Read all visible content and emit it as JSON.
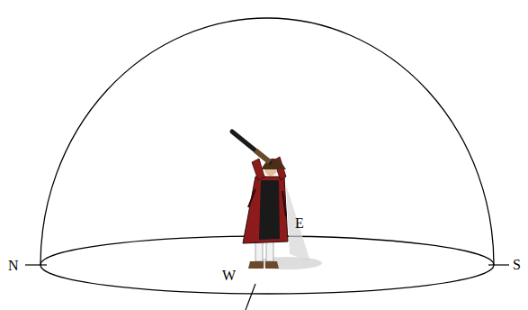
{
  "diagram": {
    "labels": [
      "N",
      "E",
      "S",
      "W"
    ]
  }
}
